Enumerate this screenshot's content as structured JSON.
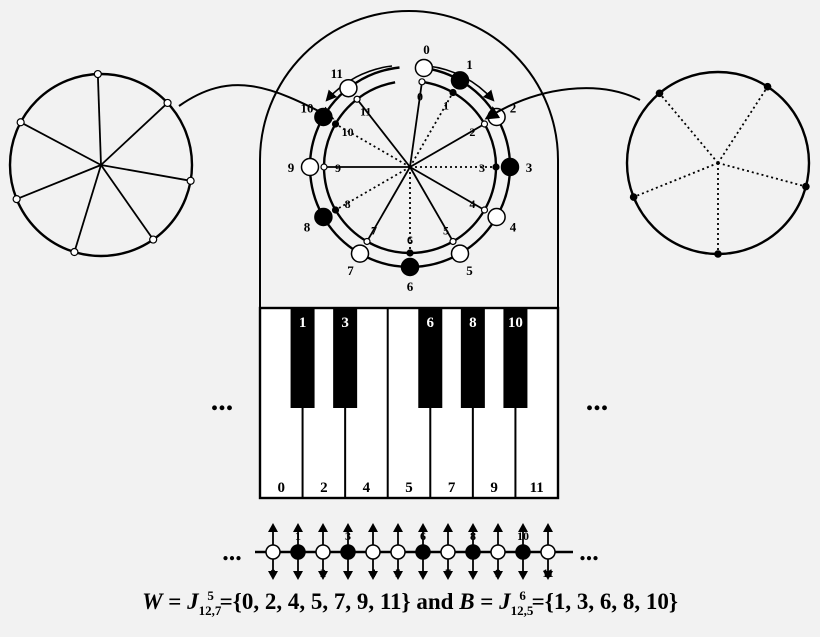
{
  "white_pcs": [
    "0",
    "2",
    "4",
    "5",
    "7",
    "9",
    "11"
  ],
  "black_pcs": [
    "1",
    "3",
    "6",
    "8",
    "10"
  ],
  "circle_labels": [
    "0",
    "1",
    "2",
    "3",
    "4",
    "5",
    "6",
    "7",
    "8",
    "9",
    "10",
    "11"
  ],
  "ellipsis": "...",
  "formula": {
    "w_var": "W",
    "j": "J",
    "w_sub": "12,7",
    "w_sup": "5",
    "w_set": "{0, 2, 4, 5, 7, 9, 11}",
    "and": "and",
    "b_var": "B",
    "b_sub": "12,5",
    "b_sup": "6",
    "b_set": "{1, 3, 6, 8, 10}"
  }
}
